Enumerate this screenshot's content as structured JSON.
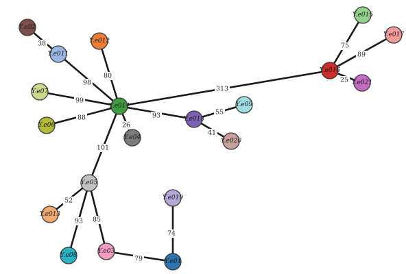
{
  "nodes": [
    {
      "id": "Ye02",
      "label": "Y.e02",
      "color": "#7d4e4c"
    },
    {
      "id": "Ye011",
      "label": "Y.e011",
      "color": "#9ab8e3"
    },
    {
      "id": "Ye012",
      "label": "Y.e012",
      "color": "#ec7d34"
    },
    {
      "id": "Ye07",
      "label": "Y.e07",
      "color": "#cfd98e"
    },
    {
      "id": "Ye014",
      "label": "Y.e014",
      "color": "#3f9b3f"
    },
    {
      "id": "Ye06",
      "label": "Y.e06",
      "color": "#b5ba3a"
    },
    {
      "id": "Ye04",
      "label": "Y.e04",
      "color": "#7b7b7b"
    },
    {
      "id": "Ye018",
      "label": "Y.e018",
      "color": "#7d5fb3"
    },
    {
      "id": "Ye09",
      "label": "Y.e09",
      "color": "#9edde4"
    },
    {
      "id": "Ye020",
      "label": "Y.e020",
      "color": "#c8a19c"
    },
    {
      "id": "Ye015",
      "label": "Y.e015",
      "color": "#92d28a"
    },
    {
      "id": "Ye017",
      "label": "Y.e017",
      "color": "#f19a9a"
    },
    {
      "id": "Ye016",
      "label": "Y.e016",
      "color": "#cc2d2d"
    },
    {
      "id": "Ye021",
      "label": "Y.e021",
      "color": "#c46bc4"
    },
    {
      "id": "Ye05",
      "label": "Y.e05",
      "color": "#c2c2c2"
    },
    {
      "id": "Ye013",
      "label": "Y.e013",
      "color": "#f0aa74"
    },
    {
      "id": "Ye08",
      "label": "Y.e08",
      "color": "#2bb3c4"
    },
    {
      "id": "Ye03",
      "label": "Y.e03",
      "color": "#f19ac4"
    },
    {
      "id": "Ye019",
      "label": "Y.e019",
      "color": "#b5a8d9"
    },
    {
      "id": "Ye01",
      "label": "Y.e01",
      "color": "#2e74ae"
    }
  ],
  "edges": [
    {
      "from": "Ye02",
      "to": "Ye011",
      "label": "38"
    },
    {
      "from": "Ye011",
      "to": "Ye014",
      "label": "98"
    },
    {
      "from": "Ye012",
      "to": "Ye014",
      "label": "80"
    },
    {
      "from": "Ye07",
      "to": "Ye014",
      "label": "99"
    },
    {
      "from": "Ye06",
      "to": "Ye014",
      "label": "88"
    },
    {
      "from": "Ye014",
      "to": "Ye04",
      "label": "26"
    },
    {
      "from": "Ye014",
      "to": "Ye018",
      "label": "93"
    },
    {
      "from": "Ye014",
      "to": "Ye016",
      "label": "313"
    },
    {
      "from": "Ye014",
      "to": "Ye05",
      "label": "101"
    },
    {
      "from": "Ye018",
      "to": "Ye09",
      "label": "55"
    },
    {
      "from": "Ye018",
      "to": "Ye020",
      "label": "41"
    },
    {
      "from": "Ye016",
      "to": "Ye015",
      "label": "75"
    },
    {
      "from": "Ye016",
      "to": "Ye017",
      "label": "89"
    },
    {
      "from": "Ye016",
      "to": "Ye021",
      "label": "25"
    },
    {
      "from": "Ye05",
      "to": "Ye013",
      "label": "52"
    },
    {
      "from": "Ye05",
      "to": "Ye08",
      "label": "93"
    },
    {
      "from": "Ye05",
      "to": "Ye03",
      "label": "85"
    },
    {
      "from": "Ye03",
      "to": "Ye01",
      "label": "79"
    },
    {
      "from": "Ye019",
      "to": "Ye01",
      "label": "74"
    }
  ]
}
